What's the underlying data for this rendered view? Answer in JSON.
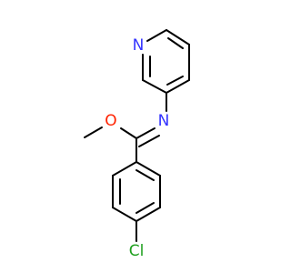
{
  "molecule": {
    "atoms": {
      "pyridine_n": {
        "symbol": "N"
      },
      "imine_n": {
        "symbol": "N"
      },
      "ether_o": {
        "symbol": "O"
      },
      "chlorine": {
        "symbol": "Cl"
      }
    },
    "colors": {
      "bond": "#000000",
      "nitrogen": "#3333ff",
      "oxygen": "#ff2200",
      "chlorine": "#1fa01f"
    }
  }
}
